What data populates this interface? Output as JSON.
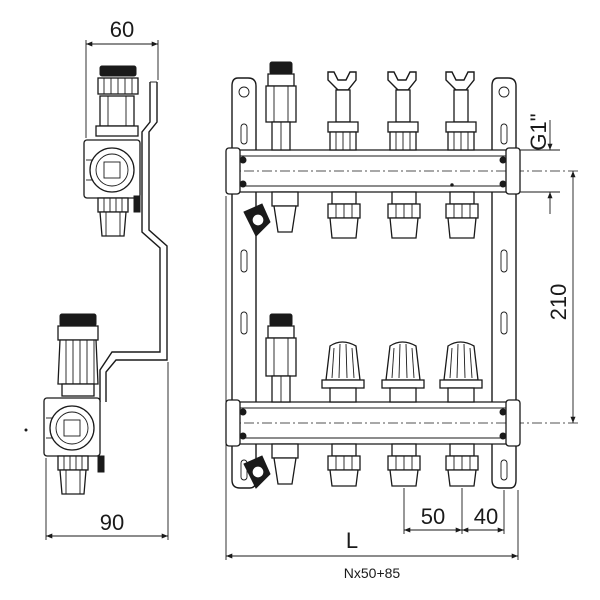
{
  "dimensions": {
    "side_width_top": "60",
    "side_width_bottom": "90",
    "thread": "G1\"",
    "pipe_spacing": "210",
    "outlet_pitch": "50",
    "edge_offset": "40",
    "total_length_symbol": "L",
    "total_length_formula": "Nx50+85"
  }
}
